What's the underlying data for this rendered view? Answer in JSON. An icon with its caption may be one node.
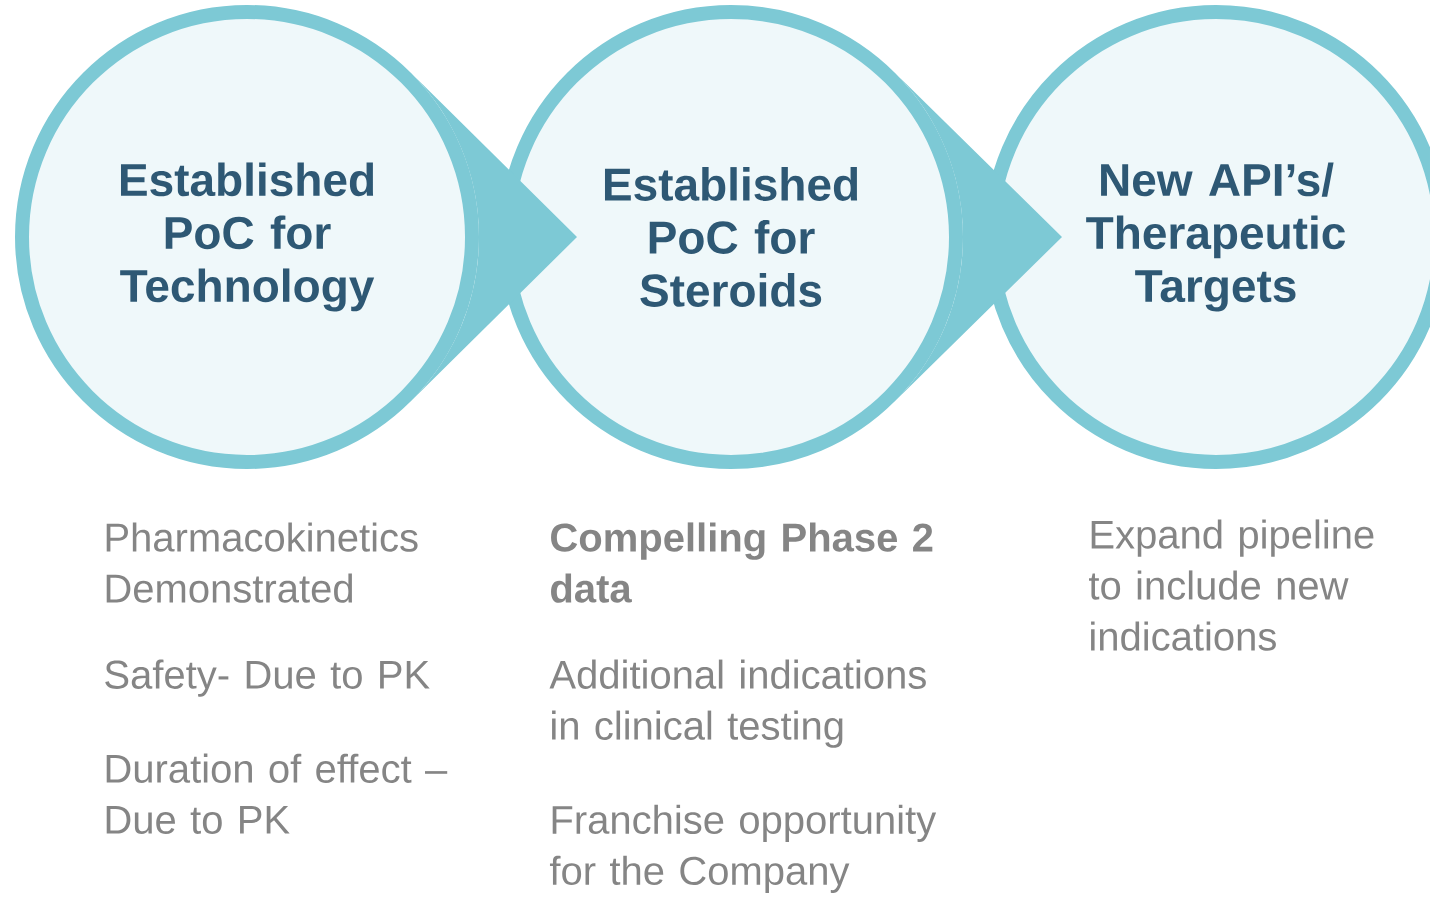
{
  "diagram": {
    "nodes": [
      {
        "text": [
          "Established PoC for Technology"
        ],
        "beside": [
          "Pharmacokinetics Demonstrated",
          "Safety- Due to PK",
          "Duration of effect – Due to PK"
        ]
      },
      {
        "text": [
          "Established PoC for Steroids"
        ],
        "beside": [
          "Compelling Phase 2 data",
          "Additional indications in clinical testing",
          "Franchise opportunity for the Company"
        ]
      },
      {
        "text": [
          "New API’s/ Therapeutic Targets"
        ],
        "beside": [
          "Expand pipeline to include new indications"
        ]
      }
    ],
    "edges": [
      {
        "from": 0,
        "to": 1,
        "arrow": "to"
      },
      {
        "from": 1,
        "to": 2,
        "arrow": "to"
      }
    ]
  }
}
